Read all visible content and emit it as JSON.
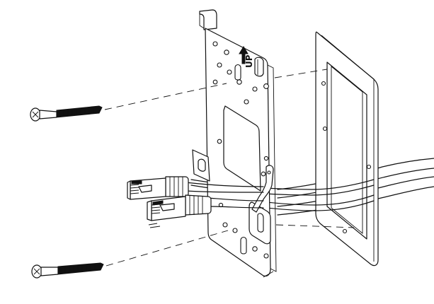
{
  "figure": {
    "labels": {
      "up_mark": "UP"
    },
    "parts": [
      {
        "name": "upper-screw",
        "icon": "screw-icon"
      },
      {
        "name": "lower-screw",
        "icon": "screw-icon"
      },
      {
        "name": "mounting-bracket",
        "icon": "bracket-plate-icon"
      },
      {
        "name": "wall-frame",
        "icon": "frame-icon"
      },
      {
        "name": "ethernet-cable-upper",
        "icon": "rj45-plug-icon"
      },
      {
        "name": "ethernet-cable-lower",
        "icon": "rj45-plug-icon"
      },
      {
        "name": "cable-clip",
        "icon": "clip-icon"
      }
    ]
  }
}
